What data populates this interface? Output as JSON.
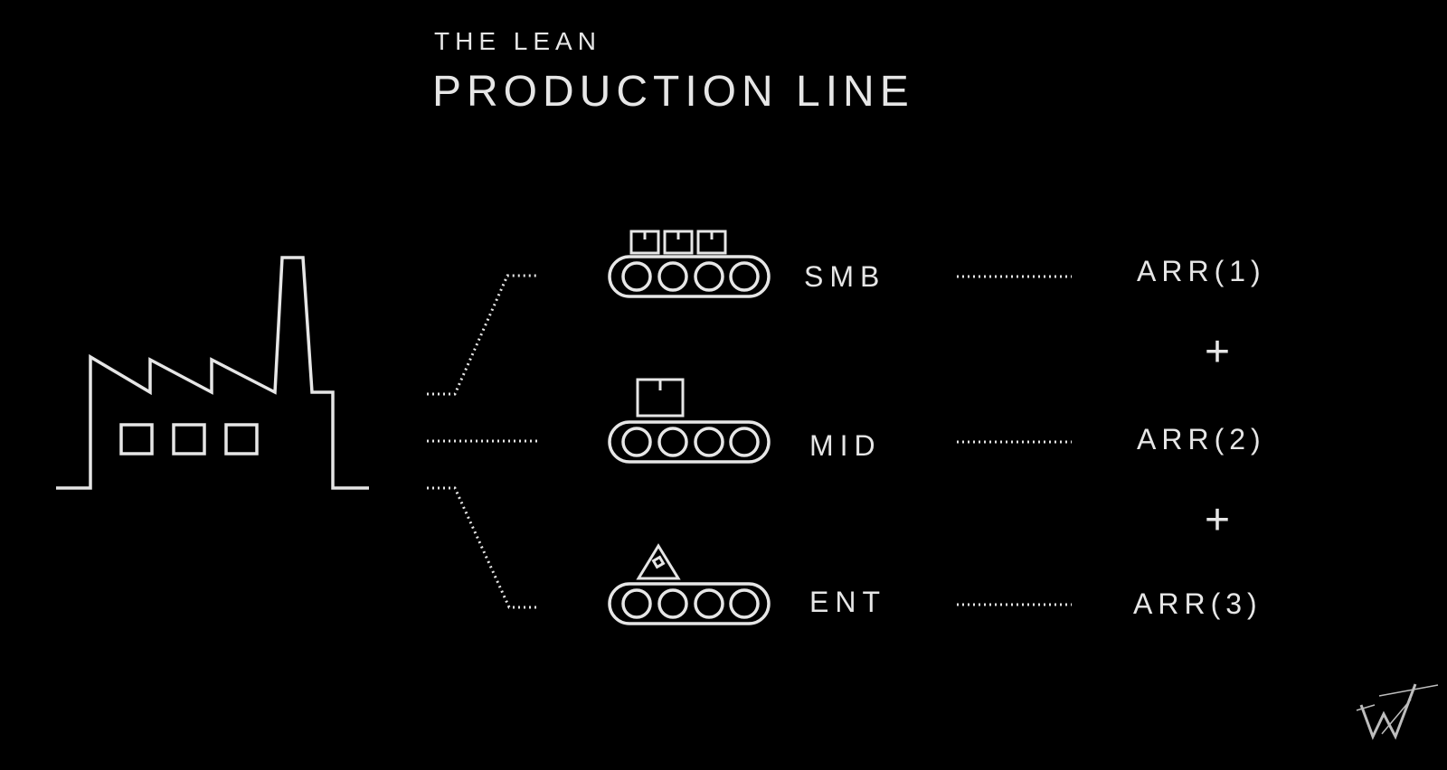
{
  "title": {
    "line1": "THE LEAN",
    "line2": "PRODUCTION LINE"
  },
  "segments": [
    {
      "label": "SMB",
      "arr": "ARR(1)",
      "icon": "boxes-icon"
    },
    {
      "label": "MID",
      "arr": "ARR(2)",
      "icon": "box-icon"
    },
    {
      "label": "ENT",
      "arr": "ARR(3)",
      "icon": "triangle-icon"
    }
  ],
  "operators": [
    "+",
    "+"
  ],
  "logo": {
    "icon": "w-logo-icon"
  },
  "colors": {
    "background": "#000000",
    "stroke": "#e6e6e6"
  }
}
